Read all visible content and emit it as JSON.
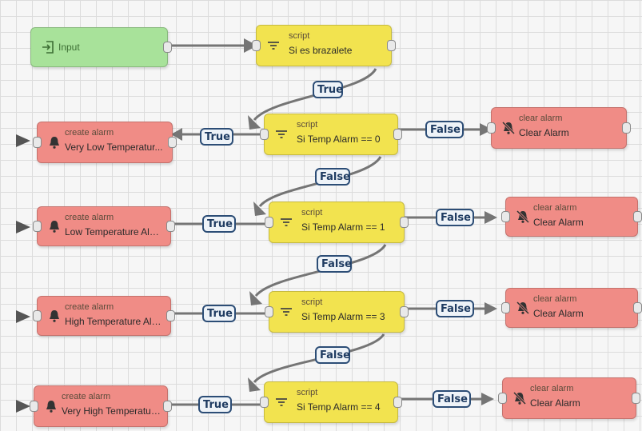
{
  "canvas": {
    "grid": true,
    "background": "#f6f6f6"
  },
  "colors": {
    "input": "#a8e29a",
    "script": "#f2e34f",
    "alarm": "#f08c86",
    "wire": "#757575",
    "label_border": "#2c4d76"
  },
  "icons": {
    "input": "input-icon",
    "script": "filter-icon",
    "create_alarm": "bell-icon",
    "clear_alarm": "bell-off-icon"
  },
  "nodes": {
    "input": {
      "name": "Input"
    },
    "brazalete": {
      "type": "script",
      "name": "Si es brazalete"
    },
    "script0": {
      "type": "script",
      "name": "Si Temp Alarm == 0"
    },
    "script1": {
      "type": "script",
      "name": "Si Temp Alarm == 1"
    },
    "script3": {
      "type": "script",
      "name": "Si Temp Alarm == 3"
    },
    "script4": {
      "type": "script",
      "name": "Si Temp Alarm == 4"
    },
    "create0": {
      "type": "create alarm",
      "name": "Very Low Temperatur..."
    },
    "create1": {
      "type": "create alarm",
      "name": "Low Temperature Alar..."
    },
    "create3": {
      "type": "create alarm",
      "name": "High Temperature Ala..."
    },
    "create4": {
      "type": "create alarm",
      "name": "Very High Temperatur..."
    },
    "clear0": {
      "type": "clear alarm",
      "name": "Clear Alarm"
    },
    "clear1": {
      "type": "clear alarm",
      "name": "Clear Alarm"
    },
    "clear3": {
      "type": "clear alarm",
      "name": "Clear Alarm"
    },
    "clear4": {
      "type": "clear alarm",
      "name": "Clear Alarm"
    }
  },
  "links": {
    "brazalete_true": "True",
    "s0_false": "False",
    "s1_false": "False",
    "s3_false": "False",
    "s0_true": "True",
    "s1_true": "True",
    "s3_true": "True",
    "s4_true": "True",
    "s0_false_clear": "False",
    "s1_false_clear": "False",
    "s3_false_clear": "False",
    "s4_false_clear": "False"
  }
}
